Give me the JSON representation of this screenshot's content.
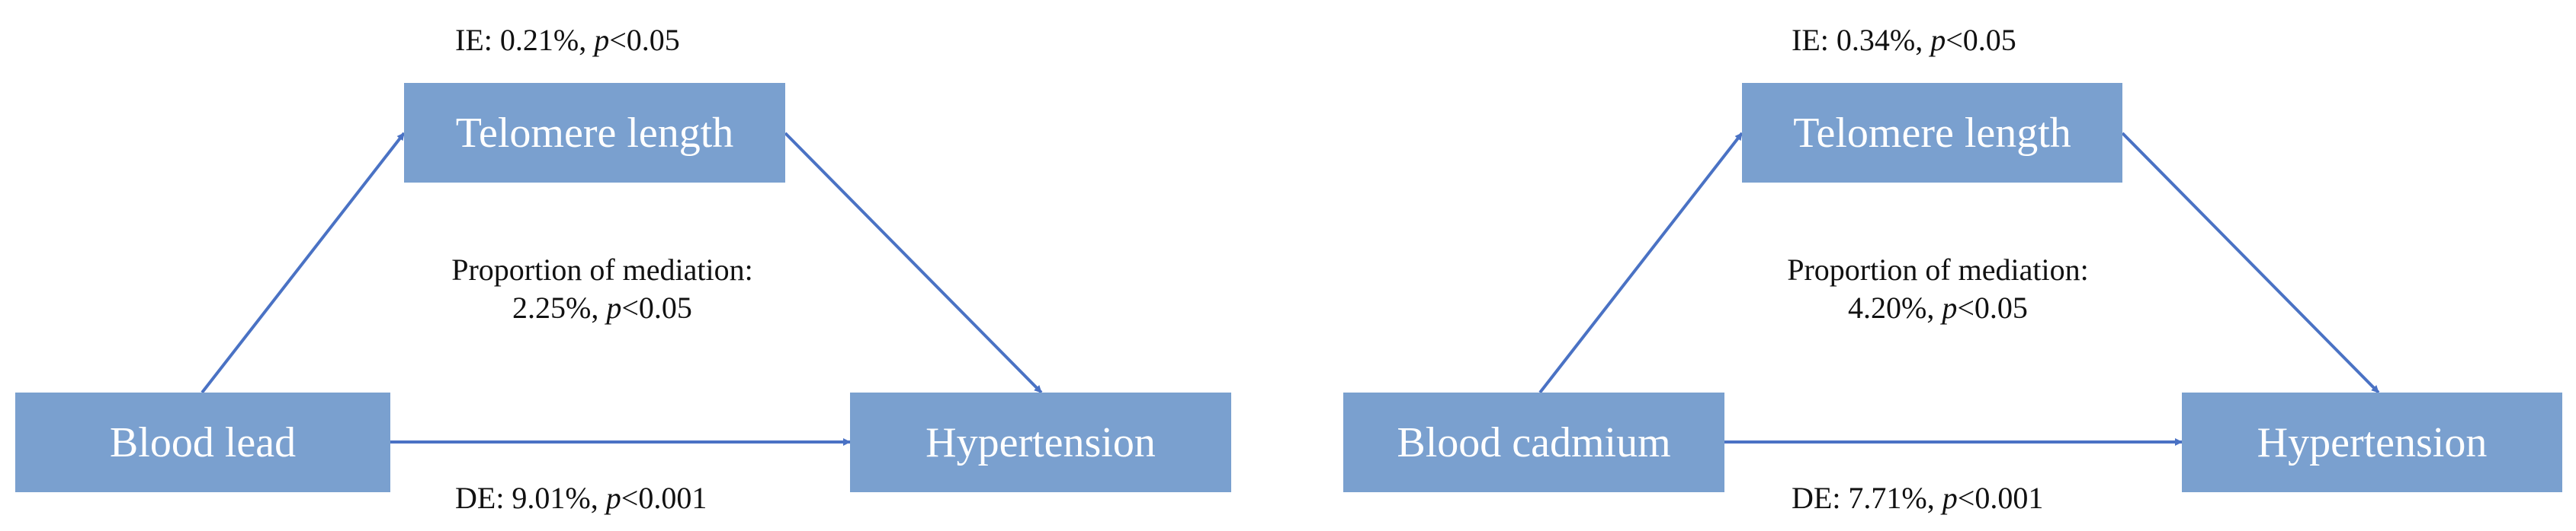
{
  "colors": {
    "box_fill": "#7aa0cf",
    "box_text": "#ffffff",
    "arrow": "#4a72c4",
    "text": "#111111"
  },
  "panels": [
    {
      "exposure": "Blood lead",
      "mediator": "Telomere length",
      "outcome": "Hypertension",
      "ie": {
        "prefix": "IE: 0.21%, ",
        "p": "p",
        "value": "<0.05"
      },
      "proportion_label": "Proportion of mediation:",
      "proportion": {
        "prefix": "2.25%, ",
        "p": "p",
        "value": "<0.05"
      },
      "de": {
        "prefix": "DE: 9.01%, ",
        "p": "p",
        "value": "<0.001"
      }
    },
    {
      "exposure": "Blood cadmium",
      "mediator": "Telomere length",
      "outcome": "Hypertension",
      "ie": {
        "prefix": "IE: 0.34%, ",
        "p": "p",
        "value": "<0.05"
      },
      "proportion_label": "Proportion of mediation:",
      "proportion": {
        "prefix": "4.20%, ",
        "p": "p",
        "value": "<0.05"
      },
      "de": {
        "prefix": "DE: 7.71%, ",
        "p": "p",
        "value": "<0.001"
      }
    }
  ]
}
